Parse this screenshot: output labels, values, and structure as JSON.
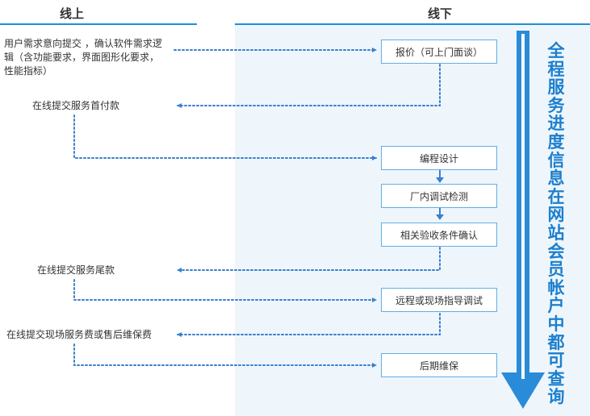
{
  "headers": {
    "online": "线上",
    "offline": "线下"
  },
  "online_steps": [
    {
      "text": "用户需求意向提交 ，确认软件需求逻辑（含功能要求，界面图形化要求，性能指标）"
    },
    {
      "text": "在线提交服务首付款"
    },
    {
      "text": "在线提交服务尾款"
    },
    {
      "text": "在线提交现场服务费或售后维保费"
    }
  ],
  "offline_steps": [
    {
      "text": "报价（可上门面谈）"
    },
    {
      "text": "编程设计"
    },
    {
      "text": "厂内调试检测"
    },
    {
      "text": "相关验收条件确认"
    },
    {
      "text": "远程或现场指导调试"
    },
    {
      "text": "后期维保"
    }
  ],
  "side_note": "全程服务进度信息在网站会员帐户中都可查询",
  "colors": {
    "accent": "#1f8fd8",
    "box_border": "#5faee6",
    "offline_background": "#eef6fc",
    "dotted_line": "#3a7fd0",
    "big_arrow": "#2a8bd8"
  }
}
